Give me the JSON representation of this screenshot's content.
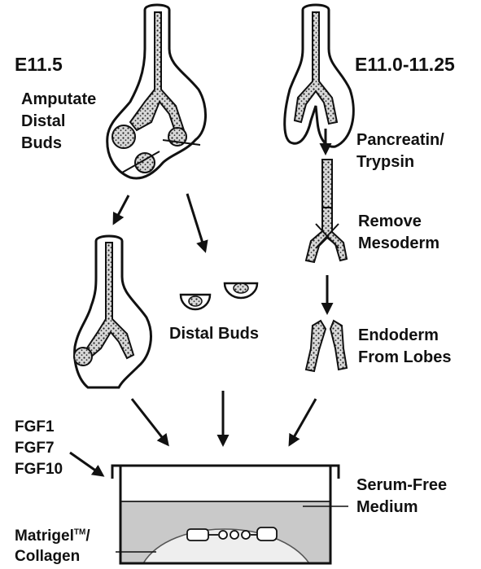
{
  "colors": {
    "ink": "#111111",
    "stipple": "#8a8a8a",
    "medium": "#c9c9c9",
    "gel": "#eeeeee"
  },
  "left_column": {
    "stage": "E11.5",
    "step_lines": [
      "Amputate",
      "Distal",
      "Buds"
    ],
    "distal_buds": "Distal Buds"
  },
  "right_column": {
    "stage": "E11.0-11.25",
    "step1_lines": [
      "Pancreatin/",
      "Trypsin"
    ],
    "step2_lines": [
      "Remove",
      "Mesoderm"
    ],
    "step3_lines": [
      "Endoderm",
      "From Lobes"
    ]
  },
  "culture": {
    "growth_factors": [
      "FGF1",
      "FGF7",
      "FGF10"
    ],
    "medium_lines": [
      "Serum-Free",
      "Medium"
    ],
    "matrix_prefix": "Matrigel",
    "matrix_tm": "TM",
    "matrix_suffix": "/",
    "matrix_line2": "Collagen"
  }
}
